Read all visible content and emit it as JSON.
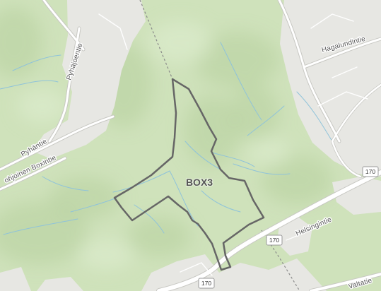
{
  "map": {
    "road_labels": {
      "pyhajoentie": "Pyhäjoentie",
      "pyhantie": "Pyhäntie",
      "pohjoinen_boxintie": "ohjoinen Boxintie",
      "hagalundintie": "Hagalundintie",
      "helsingintie": "Helsingintie",
      "valtatie": "Valtatie"
    },
    "route_shields": [
      "170",
      "170",
      "170"
    ],
    "area": {
      "label": "BOX3"
    }
  },
  "colors": {
    "land": "#cfe2bb",
    "shade": "#b6d09e",
    "built": "#e7e7e3",
    "water": "#8fc3da",
    "road": "#ffffff",
    "road_casing": "#c8c8c3",
    "rail": "#8a8a8a",
    "boundary": "#666666",
    "label": "#555555",
    "area_label": "#555555",
    "shield_border": "#9a9a9a"
  }
}
